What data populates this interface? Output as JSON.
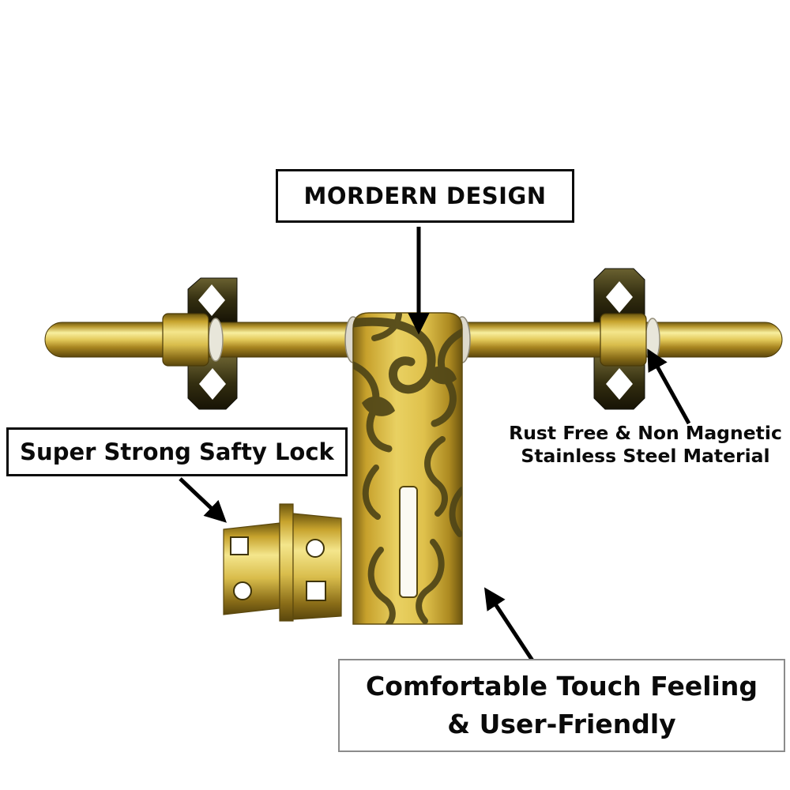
{
  "product": {
    "name": "brass-door-aldrop-latch",
    "description": "Golden door aldrop latch with decorative center plate, two mounting brackets and safety lock bracket"
  },
  "labels": {
    "modern_design": "MORDERN DESIGN",
    "safety_lock": "Super Strong Safty Lock",
    "material": {
      "line1": "Rust Free & Non Magnetic",
      "line2": "Stainless Steel Material"
    },
    "comfort": {
      "line1": "Comfortable Touch Feeling",
      "line2": "& User-Friendly"
    }
  },
  "colors": {
    "gold": "#d9bd4c",
    "gold_light": "#f4e68c",
    "gold_dark": "#6b560f",
    "pattern_olive": "#4f4517",
    "bracket_dark": "#332e10",
    "arrow": "#000000",
    "label_border": "#0a0a0a",
    "label_bg": "#ffffff"
  }
}
